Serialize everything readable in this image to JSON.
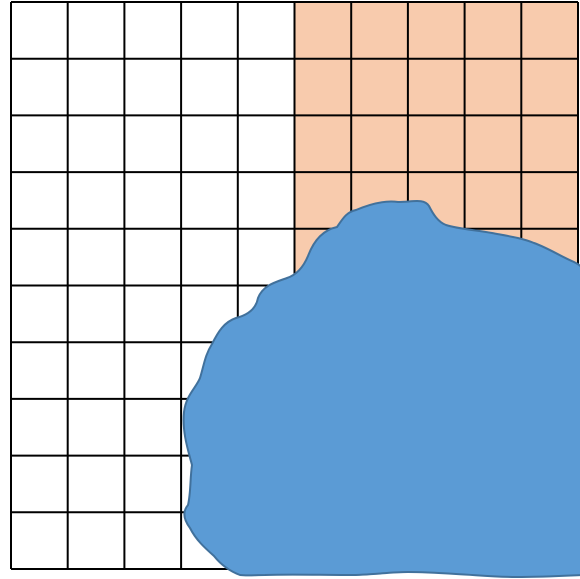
{
  "grid": {
    "columns": 10,
    "rows": 10,
    "shaded_columns": [
      6,
      7,
      8,
      9,
      10
    ],
    "cell_fill": "#ffffff",
    "shaded_fill": "#f8cbad",
    "line_color": "#000000"
  },
  "blob": {
    "shape": "irregular-cloud",
    "fill": "#5b9bd5",
    "stroke": "#41719c"
  }
}
